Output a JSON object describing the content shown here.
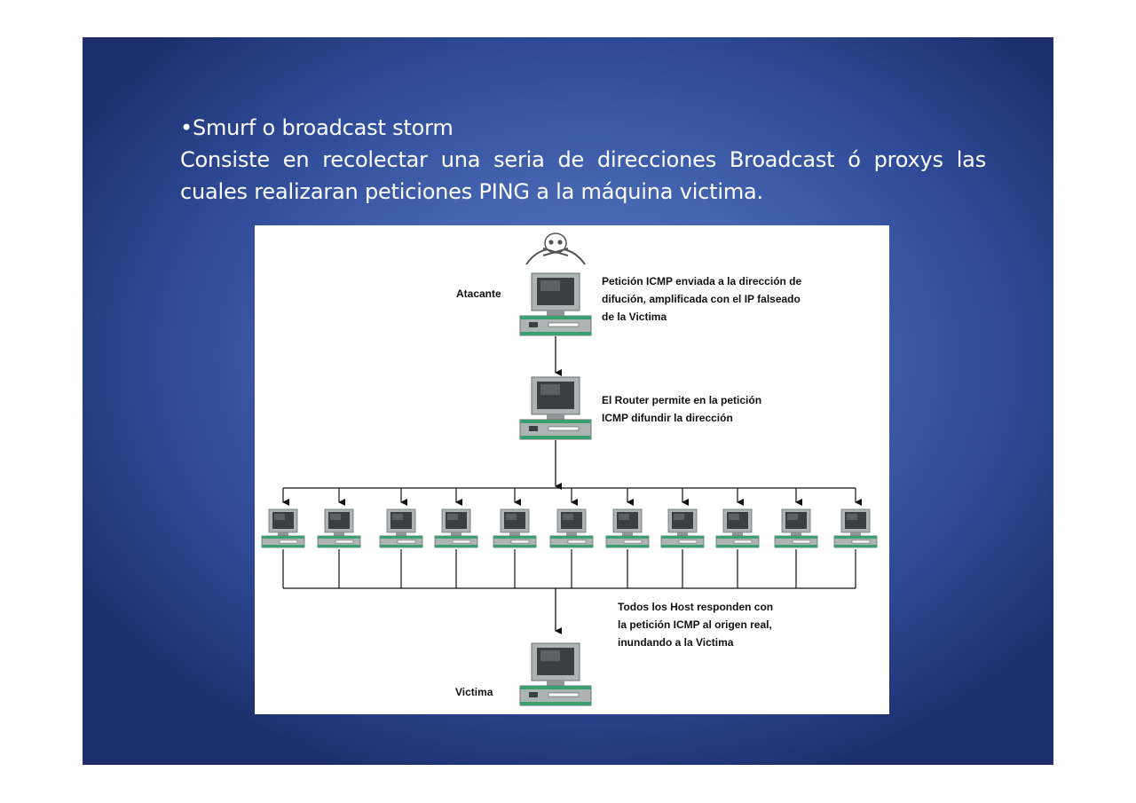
{
  "slide": {
    "bullet": "•Smurf o broadcast storm",
    "description": "Consiste en recolectar una seria de direcciones Broadcast ó proxys las cuales realizaran peticiones PING a la máquina victima."
  },
  "diagram": {
    "attacker_label": "Atacante",
    "attacker_note": [
      "Petición ICMP enviada a la dirección de",
      "difución, amplificada con el IP  falseado",
      "de la Victima"
    ],
    "router_note": [
      "El Router permite en la petición",
      "ICMP difundir la dirección"
    ],
    "hosts_note": [
      "Todos los Host responden con",
      "la petición ICMP al origen real,",
      "inundando a la Victima"
    ],
    "victim_label": "Victima",
    "host_count": 11,
    "colors": {
      "monitor": "#aeb4b4",
      "screen": "#3a4040",
      "trim": "#3aa070",
      "attacker_icon": "#6a6a6a"
    },
    "icons": [
      "skull-crossbones-icon",
      "computer-icon"
    ]
  }
}
